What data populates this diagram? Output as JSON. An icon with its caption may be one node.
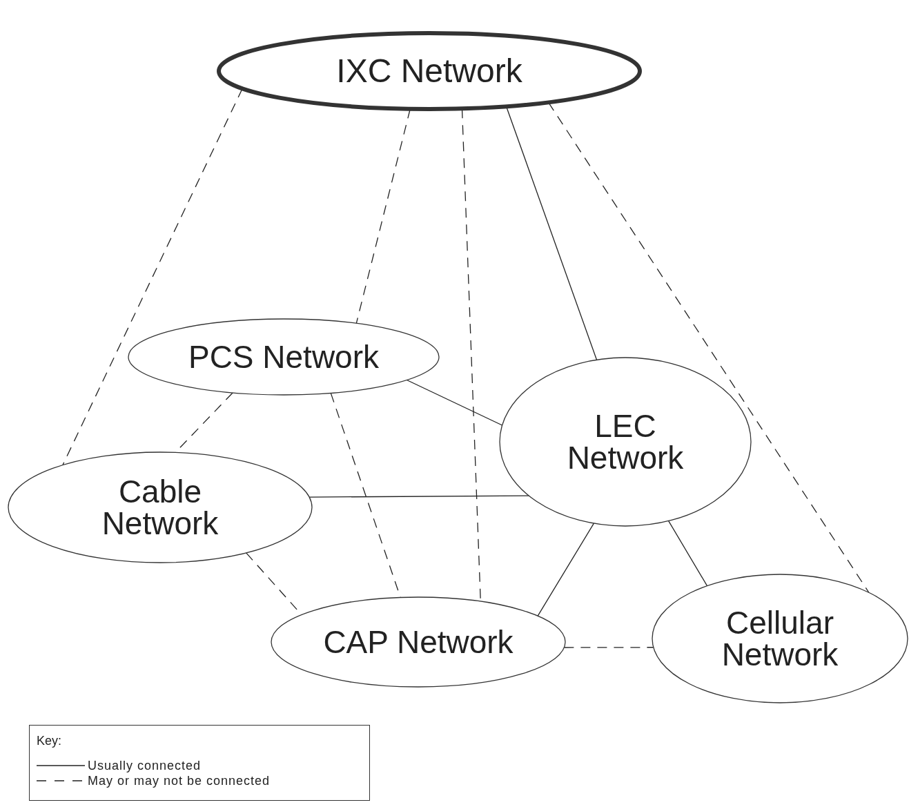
{
  "diagram": {
    "nodes": [
      {
        "text": [
          "IXC Network"
        ]
      },
      {
        "text": [
          "PCS Network"
        ]
      },
      {
        "text": [
          "LEC Network"
        ]
      },
      {
        "text": [
          "Cable Network"
        ]
      },
      {
        "text": [
          "CAP Network"
        ]
      },
      {
        "text": [
          "Cellular Network"
        ]
      }
    ],
    "edges": [
      {
        "from": 0,
        "to": 3,
        "arrow": "none",
        "style": "dashed"
      },
      {
        "from": 0,
        "to": 1,
        "arrow": "none",
        "style": "dashed"
      },
      {
        "from": 0,
        "to": 4,
        "arrow": "none",
        "style": "dashed"
      },
      {
        "from": 0,
        "to": 2,
        "arrow": "none"
      },
      {
        "from": 0,
        "to": 5,
        "arrow": "none",
        "style": "dashed"
      },
      {
        "from": 1,
        "to": 2,
        "arrow": "none"
      },
      {
        "from": 1,
        "to": 3,
        "arrow": "none",
        "style": "dashed"
      },
      {
        "from": 1,
        "to": 4,
        "arrow": "none",
        "style": "dashed"
      },
      {
        "from": 3,
        "to": 2,
        "arrow": "none"
      },
      {
        "from": 3,
        "to": 4,
        "arrow": "none",
        "style": "dashed"
      },
      {
        "from": 2,
        "to": 4,
        "arrow": "none"
      },
      {
        "from": 2,
        "to": 5,
        "arrow": "none"
      },
      {
        "from": 4,
        "to": 5,
        "arrow": "none",
        "style": "dashed"
      }
    ],
    "labels": [
      "Key:"
    ],
    "legend": [
      {
        "text": "Usually connected"
      },
      {
        "text": "May or may not be connected"
      }
    ]
  }
}
